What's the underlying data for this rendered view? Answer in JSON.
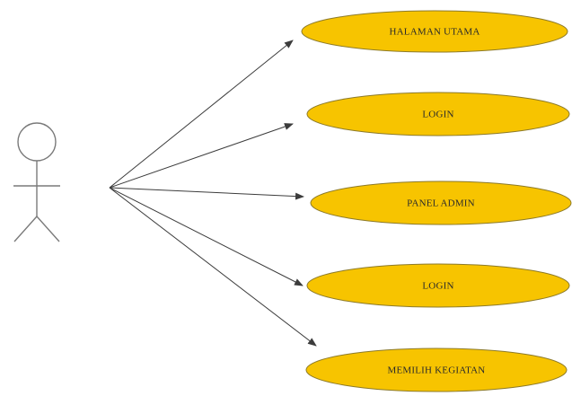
{
  "colors": {
    "usecase_fill": "#F7C400",
    "usecase_stroke": "#8C7A2A",
    "line": "#3c3c3c",
    "actor": "#7a7a7a"
  },
  "actor": {
    "icon": "stick-figure-actor"
  },
  "usecases": [
    {
      "label": "HALAMAN UTAMA"
    },
    {
      "label": "LOGIN"
    },
    {
      "label": "PANEL ADMIN"
    },
    {
      "label": "LOGIN"
    },
    {
      "label": "MEMILIH KEGIATAN"
    }
  ]
}
